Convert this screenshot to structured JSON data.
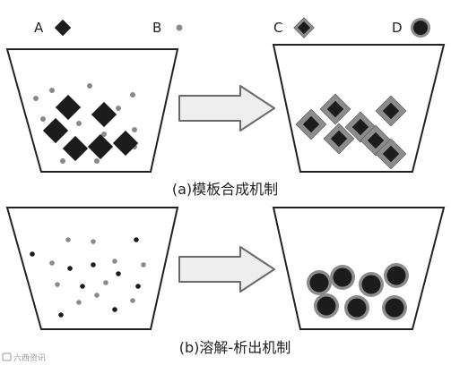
{
  "legend": [
    {
      "letter": "A",
      "shape": "diamond-black"
    },
    {
      "letter": "B",
      "shape": "dot-gray"
    },
    {
      "letter": "C",
      "shape": "diamond-black-gray-border"
    },
    {
      "letter": "D",
      "shape": "circle-black-gray-border"
    }
  ],
  "panels": {
    "a": {
      "caption": "(a)模板合成机制"
    },
    "b": {
      "caption": "(b)溶解-析出机制"
    }
  },
  "watermark": {
    "text": "六西资讯"
  },
  "colors": {
    "outline": "#222222",
    "fill_black": "#1c1c1c",
    "shell_gray": "#8c8c8c",
    "dot_gray": "#8a8a8a",
    "arrow_fill": "#eeeeee",
    "arrow_stroke": "#6a6a6a"
  }
}
